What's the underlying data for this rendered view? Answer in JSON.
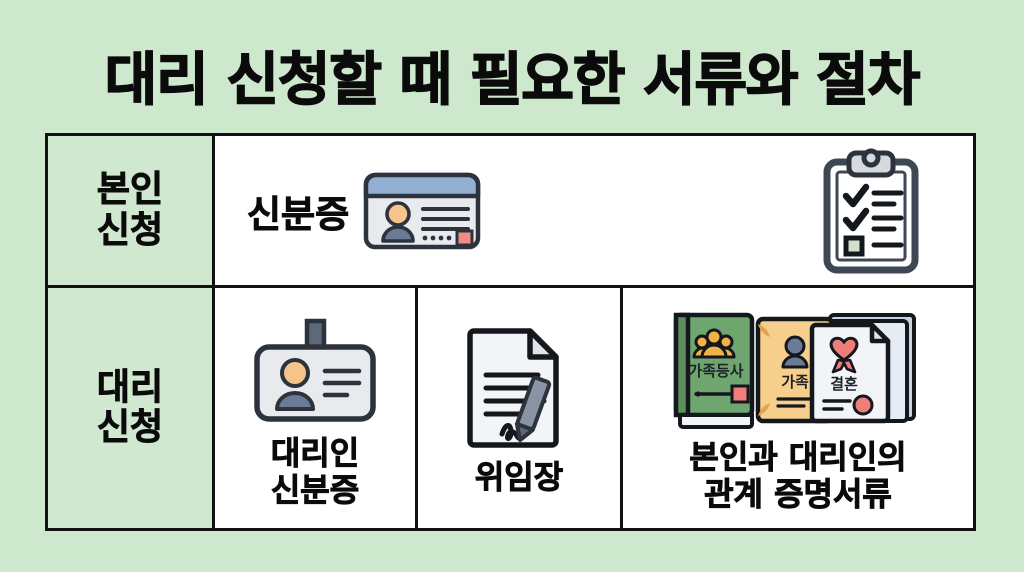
{
  "page": {
    "title": "대리 신청할 때 필요한 서류와 절차",
    "background_color": "#cde8cd",
    "table_border_color": "#111111",
    "label_cell_color": "#cfe8cf",
    "cell_color": "#ffffff"
  },
  "table": {
    "rows": [
      {
        "label_line1": "본인",
        "label_line2": "신청",
        "cells": [
          {
            "text": "신분증",
            "icon": "id-card-icon",
            "secondary_icon": "clipboard-checklist-icon"
          }
        ]
      },
      {
        "label_line1": "대리",
        "label_line2": "신청",
        "cells": [
          {
            "icon": "id-badge-icon",
            "caption_line1": "대리인",
            "caption_line2": "신분증"
          },
          {
            "icon": "document-signature-pen-icon",
            "caption_line1": "위임장",
            "caption_line2": ""
          },
          {
            "icon": "relationship-documents-icon",
            "caption_line1": "본인과 대리인의",
            "caption_line2": "관계 증명서류",
            "documents": [
              {
                "name": "family-register-book",
                "label": "가족등사",
                "color": "#6fa56f"
              },
              {
                "name": "family-card",
                "label": "가족",
                "color": "#f7cf8c"
              },
              {
                "name": "marriage-certificate",
                "label": "결혼",
                "color": "#f2f4f7"
              }
            ]
          }
        ]
      }
    ]
  },
  "colors": {
    "id_card_header": "#93b0d4",
    "id_card_body": "#e8eaee",
    "avatar_head": "#f5c48a",
    "avatar_body": "#6b7b97",
    "accent_red": "#e8695f",
    "outline": "#2c333d"
  }
}
